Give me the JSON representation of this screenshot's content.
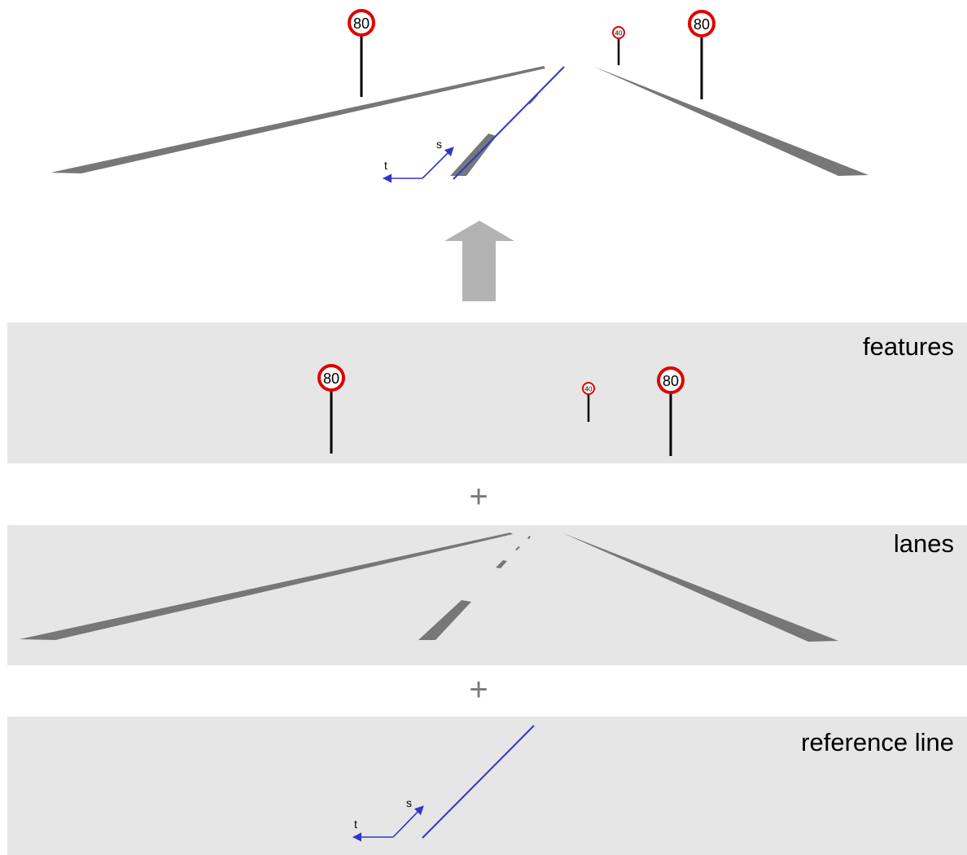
{
  "layers": {
    "features": {
      "label": "features"
    },
    "lanes": {
      "label": "lanes"
    },
    "reference_line": {
      "label": "reference line"
    }
  },
  "operators": {
    "plus": "+"
  },
  "signs": {
    "speed_80": "80",
    "speed_40": "40"
  },
  "axes": {
    "s_label": "s",
    "t_label": "t"
  },
  "colors": {
    "layer_background": "#e6e6e6",
    "road_marking": "#777777",
    "reference_line": "#3333cc",
    "sign_border": "#e00000",
    "combine_arrow": "#b3b3b3"
  }
}
